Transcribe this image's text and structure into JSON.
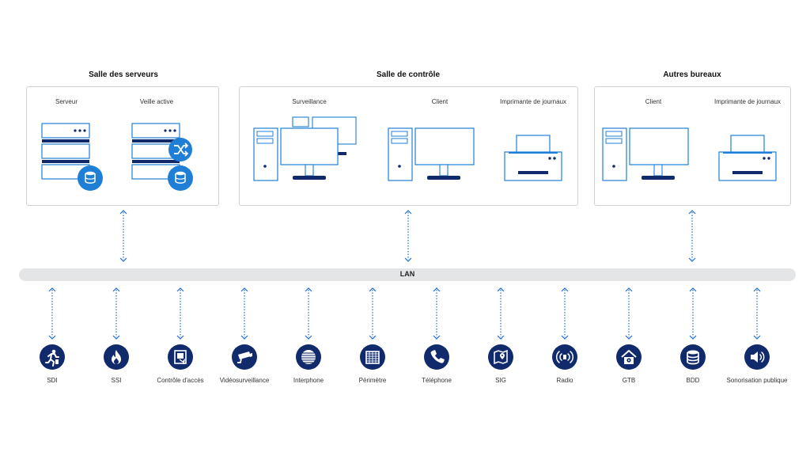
{
  "sections": {
    "server_room": {
      "title": "Salle des serveurs",
      "devices": [
        {
          "label": "Serveur",
          "icon": "server-database-icon"
        },
        {
          "label": "Veille active",
          "icon": "server-failover-icon"
        }
      ]
    },
    "control_room": {
      "title": "Salle de contrôle",
      "devices": [
        {
          "label": "Surveillance",
          "icon": "multi-monitor-workstation-icon"
        },
        {
          "label": "Client",
          "icon": "workstation-icon"
        },
        {
          "label": "Imprimante de journaux",
          "icon": "printer-icon"
        }
      ]
    },
    "other_offices": {
      "title": "Autres bureaux",
      "devices": [
        {
          "label": "Client",
          "icon": "workstation-icon"
        },
        {
          "label": "Imprimante de journaux",
          "icon": "printer-icon"
        }
      ]
    }
  },
  "network": {
    "label": "LAN"
  },
  "subsystems": [
    {
      "label": "SDI",
      "icon": "running-person-icon"
    },
    {
      "label": "SSI",
      "icon": "flame-icon"
    },
    {
      "label": "Contrôle d'accès",
      "icon": "access-reader-icon"
    },
    {
      "label": "Vidéosurveillance",
      "icon": "cctv-camera-icon"
    },
    {
      "label": "Interphone",
      "icon": "intercom-grille-icon"
    },
    {
      "label": "Périmètre",
      "icon": "perimeter-fence-icon"
    },
    {
      "label": "Téléphone",
      "icon": "phone-icon"
    },
    {
      "label": "SIG",
      "icon": "map-pin-icon"
    },
    {
      "label": "Radio",
      "icon": "radio-waves-icon"
    },
    {
      "label": "GTB",
      "icon": "building-gear-icon"
    },
    {
      "label": "BDD",
      "icon": "database-icon"
    },
    {
      "label": "Sonorisation publique",
      "icon": "speaker-icon"
    }
  ],
  "colors": {
    "navy": "#102a6b",
    "accent_blue": "#1f7fd6",
    "line_blue": "#1f6fc8",
    "frame_gray": "#cfd3d8",
    "lan_gray": "#e4e5e7"
  }
}
